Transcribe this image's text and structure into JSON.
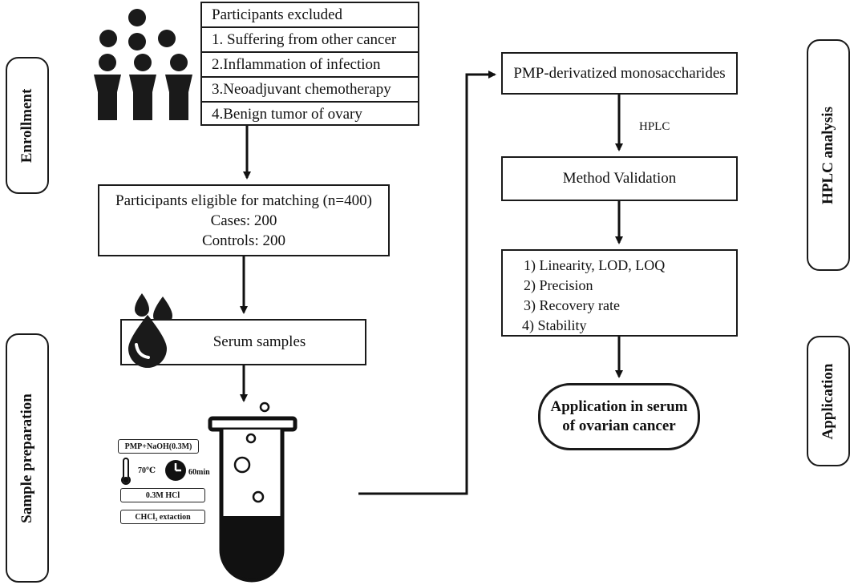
{
  "stages": {
    "enrollment": "Enrollment",
    "sample_preparation": "Sample preparation",
    "hplc_analysis": "HPLC  analysis",
    "application": "Application"
  },
  "exclusion": {
    "header": "Participants excluded",
    "items": [
      "1. Suffering from other cancer",
      "2.Inflammation of infection",
      "3.Neoadjuvant chemotherapy",
      "4.Benign tumor of ovary"
    ]
  },
  "eligible": {
    "line1": "Participants eligible for matching (n=400)",
    "line2": "Cases: 200",
    "line3": "Controls: 200"
  },
  "serum": {
    "label": "Serum samples"
  },
  "derivatization": {
    "reagent": "PMP+NaOH(0.3M)",
    "temperature": "70℃",
    "time": "60min",
    "acid": "0.3M HCl",
    "extraction": "CHCl₃ extaction"
  },
  "pmp": {
    "label": "PMP-derivatized  monosaccharides"
  },
  "hplc_arrow_label": "HPLC",
  "validation": {
    "label": "Method Validation",
    "items": [
      "1) Linearity, LOD, LOQ",
      "2) Precision",
      "3) Recovery rate",
      "4) Stability"
    ]
  },
  "application_result": {
    "line1": "Application in serum",
    "line2": "of ovarian cancer"
  },
  "icons": [
    "people-icon",
    "droplet-icon",
    "test-tube-icon",
    "thermometer-icon",
    "clock-icon"
  ]
}
